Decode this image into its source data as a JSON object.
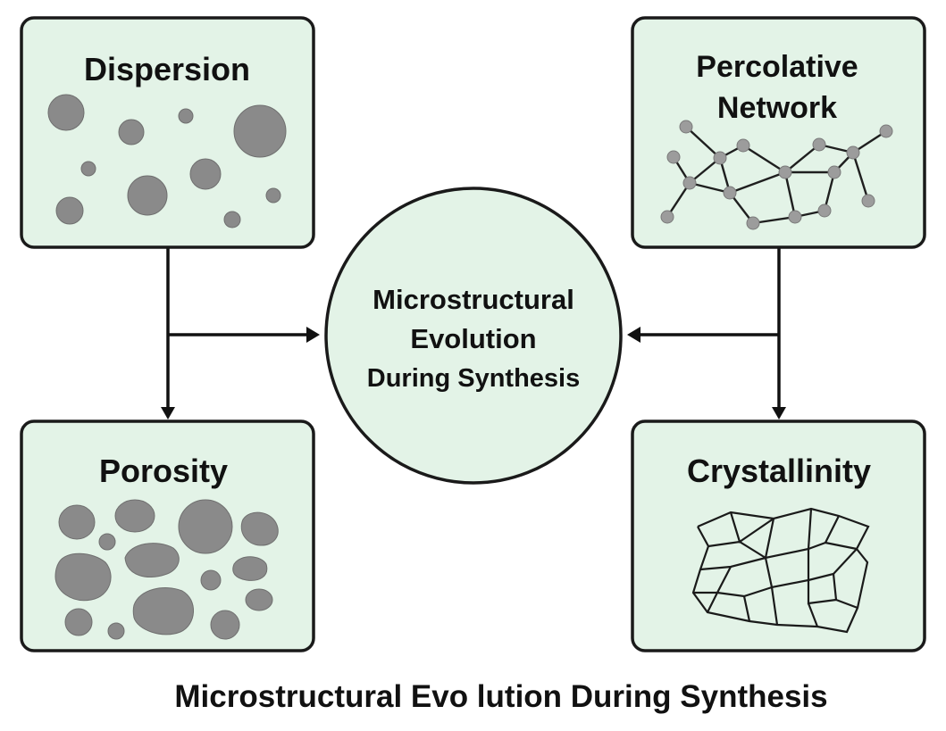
{
  "panels": {
    "dispersion": {
      "title": "Dispersion"
    },
    "percolative": {
      "title_line1": "Percolative",
      "title_line2": "Network"
    },
    "porosity": {
      "title": "Porosity"
    },
    "crystallinity": {
      "title": "Crystallinity"
    }
  },
  "center": {
    "line1": "Microstructural",
    "line2": "Evolution",
    "line3": "During Synthesis"
  },
  "caption": "Microstructural Evo lution During Synthesis",
  "colors": {
    "panel_fill": "#e3f3e7",
    "particle": "#8a8a8a",
    "outline": "#1a1a1a"
  }
}
